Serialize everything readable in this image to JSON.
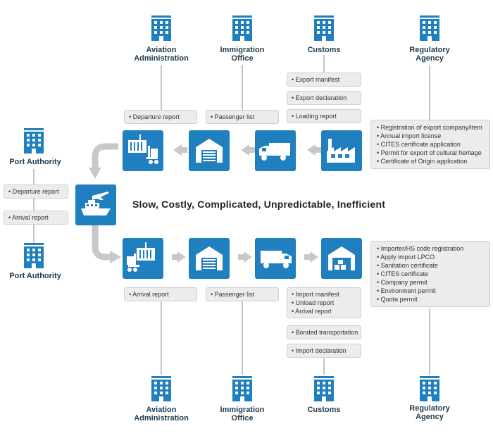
{
  "agencies_top": {
    "aviation": "Aviation\nAdministration",
    "immigration": "Immigration\nOffice",
    "customs": "Customs",
    "regulatory": "Regulatory\nAgency"
  },
  "agencies_bottom": {
    "aviation": "Aviation\nAdministration",
    "immigration": "Immigration\nOffice",
    "customs": "Customs",
    "regulatory": "Regulatory\nAgency"
  },
  "port_authority_top": "Port Authority",
  "port_authority_bottom": "Port Authority",
  "headline": "Slow, Costly, Complicated, Unpredictable, Inefficient",
  "export_tags": {
    "export_manifest": "Export manifest",
    "export_declaration": "Export declaration",
    "loading_report": "Loading report",
    "departure_report_av": "Departure report",
    "passenger_list_top": "Passenger list",
    "regulatory_list": [
      "Registration of export company/item",
      "Annual import license",
      "CITES certificate application",
      "Permit for export of cultural heritage",
      "Certificate of Origin application"
    ]
  },
  "port_tags": {
    "departure_report": "Departure report",
    "arrival_report": "Arrival report"
  },
  "import_tags": {
    "arrival_report_av": "Arrival report",
    "passenger_list_bottom": "Passenger list",
    "customs_list": [
      "Import manifest",
      "Unload report",
      "Arrival report"
    ],
    "bonded": "Bonded transportation",
    "import_declaration": "Import declaration",
    "regulatory_list": [
      "Importer/HS code registration",
      "Apply import LPCO",
      "Sanitation certificate",
      "CITES certificate",
      "Company permit",
      "Environment permit",
      "Quota permit"
    ]
  },
  "colors": {
    "tile": "#1f7fbf",
    "arrow": "#c8c8c8",
    "line": "#bdbdbd"
  }
}
